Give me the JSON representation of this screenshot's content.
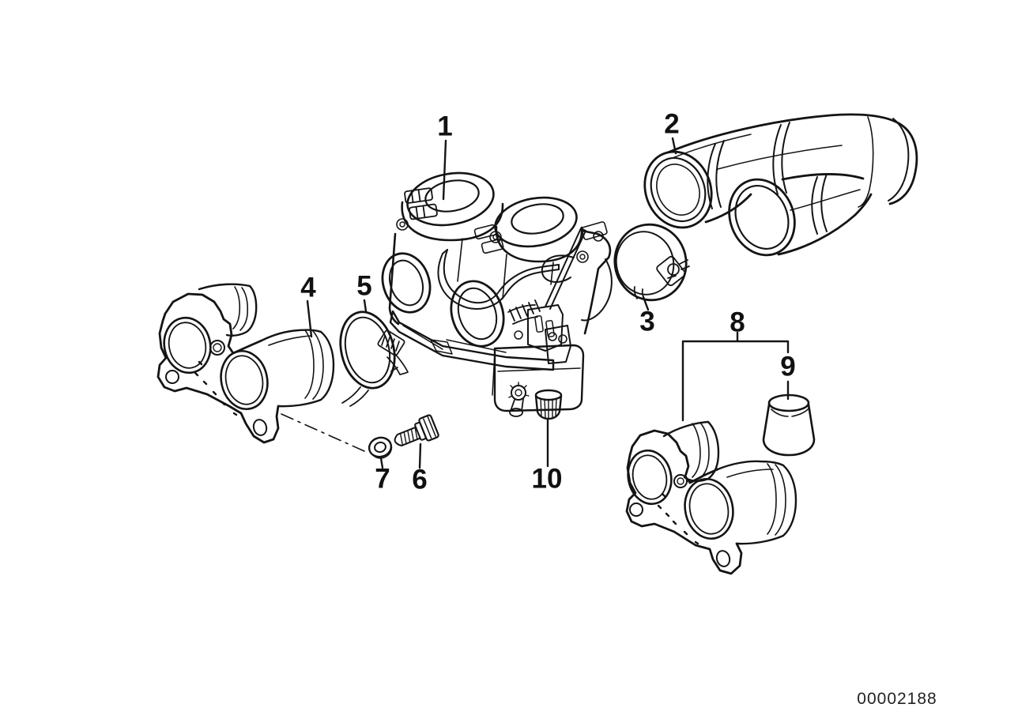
{
  "diagram": {
    "background": "#ffffff",
    "line_color": "#141414",
    "image_number": "00002188",
    "callouts": [
      {
        "label": "1"
      },
      {
        "label": "2"
      },
      {
        "label": "3"
      },
      {
        "label": "4"
      },
      {
        "label": "5"
      },
      {
        "label": "6"
      },
      {
        "label": "7"
      },
      {
        "label": "8"
      },
      {
        "label": "9"
      },
      {
        "label": "10"
      }
    ]
  }
}
